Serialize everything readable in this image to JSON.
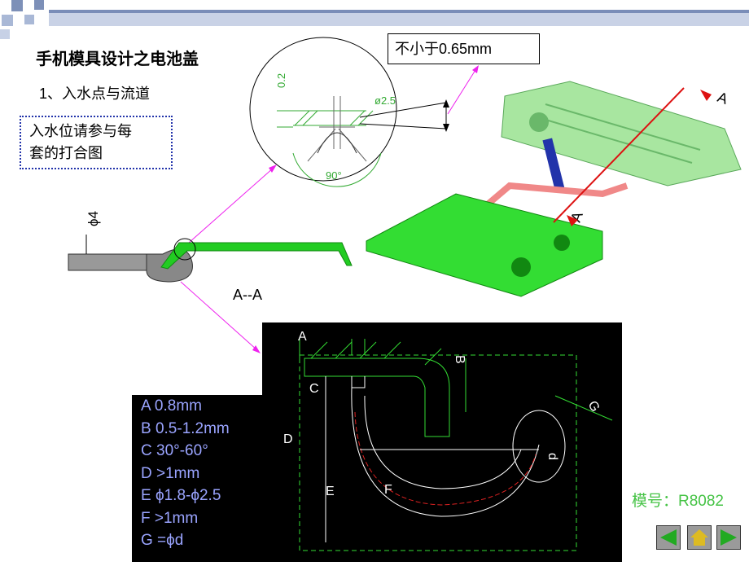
{
  "slide": {
    "title": "手机模具设计之电池盖",
    "subtitle": "1、入水点与流道",
    "note_lines": [
      "入水位请参与每",
      "套的打合图"
    ],
    "callout": "不小于0.65mm",
    "section_label": "A--A",
    "model_no": "模号：R8082"
  },
  "detail": {
    "dim_left": "0.2",
    "dim_right": "ø2.5",
    "dim_angle": "90°"
  },
  "side_dim": "ϕ4",
  "section_marks": [
    "A",
    "A"
  ],
  "cad": {
    "labels": [
      "A",
      "B",
      "C",
      "D",
      "E",
      "F",
      "G",
      "d"
    ]
  },
  "legend": [
    "A  0.8mm",
    "B  0.5-1.2mm",
    "C  30°-60°",
    "D  >1mm",
    "E  ϕ1.8-ϕ2.5",
    "F  >1mm",
    "G  =ϕd"
  ],
  "colors": {
    "legend_text": "#9aa4ff",
    "model_no": "#45c345",
    "note_border": "#2233aa",
    "cad_line": "#33dd33",
    "cad_runner": "#ffffff",
    "magenta": "#ee22ee"
  },
  "nav": {
    "prev": "prev-arrow-icon",
    "home": "home-icon",
    "next": "next-arrow-icon"
  }
}
